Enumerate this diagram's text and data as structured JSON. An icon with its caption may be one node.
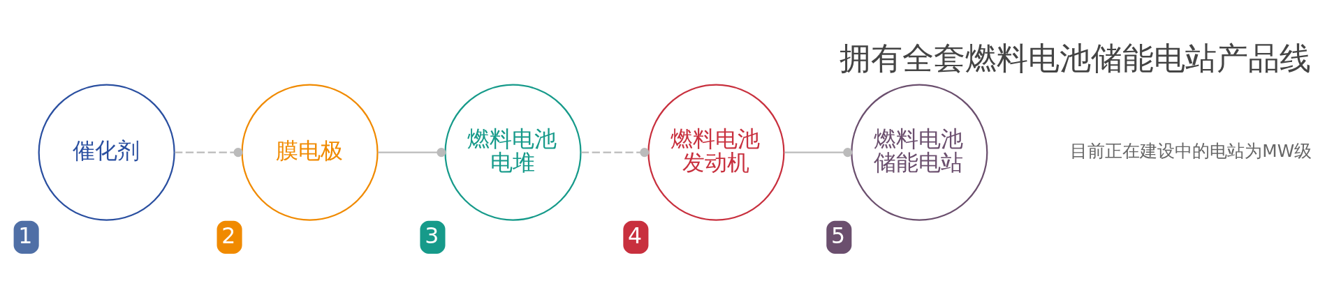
{
  "diagram": {
    "title": "拥有全套燃料电池储能电站产品线",
    "nodes": [
      {
        "text": [
          "催化剂"
        ],
        "beside": [
          "1"
        ]
      },
      {
        "text": [
          "膜电极"
        ],
        "beside": [
          "2"
        ]
      },
      {
        "text": [
          "燃料电池电堆"
        ],
        "beside": [
          "3"
        ]
      },
      {
        "text": [
          "燃料电池发动机"
        ],
        "beside": [
          "4"
        ]
      },
      {
        "text": [
          "燃料电池储能电站"
        ],
        "beside": [
          "5"
        ]
      }
    ],
    "edges": [
      {
        "from": 0,
        "to": 1,
        "arrow": "other",
        "style": "dashed"
      },
      {
        "from": 1,
        "to": 2,
        "arrow": "other"
      },
      {
        "from": 2,
        "to": 3,
        "arrow": "other",
        "style": "dashed"
      },
      {
        "from": 3,
        "to": 4,
        "arrow": "other"
      }
    ],
    "labels": [
      "目前正在建设中的电站为MW级"
    ]
  }
}
